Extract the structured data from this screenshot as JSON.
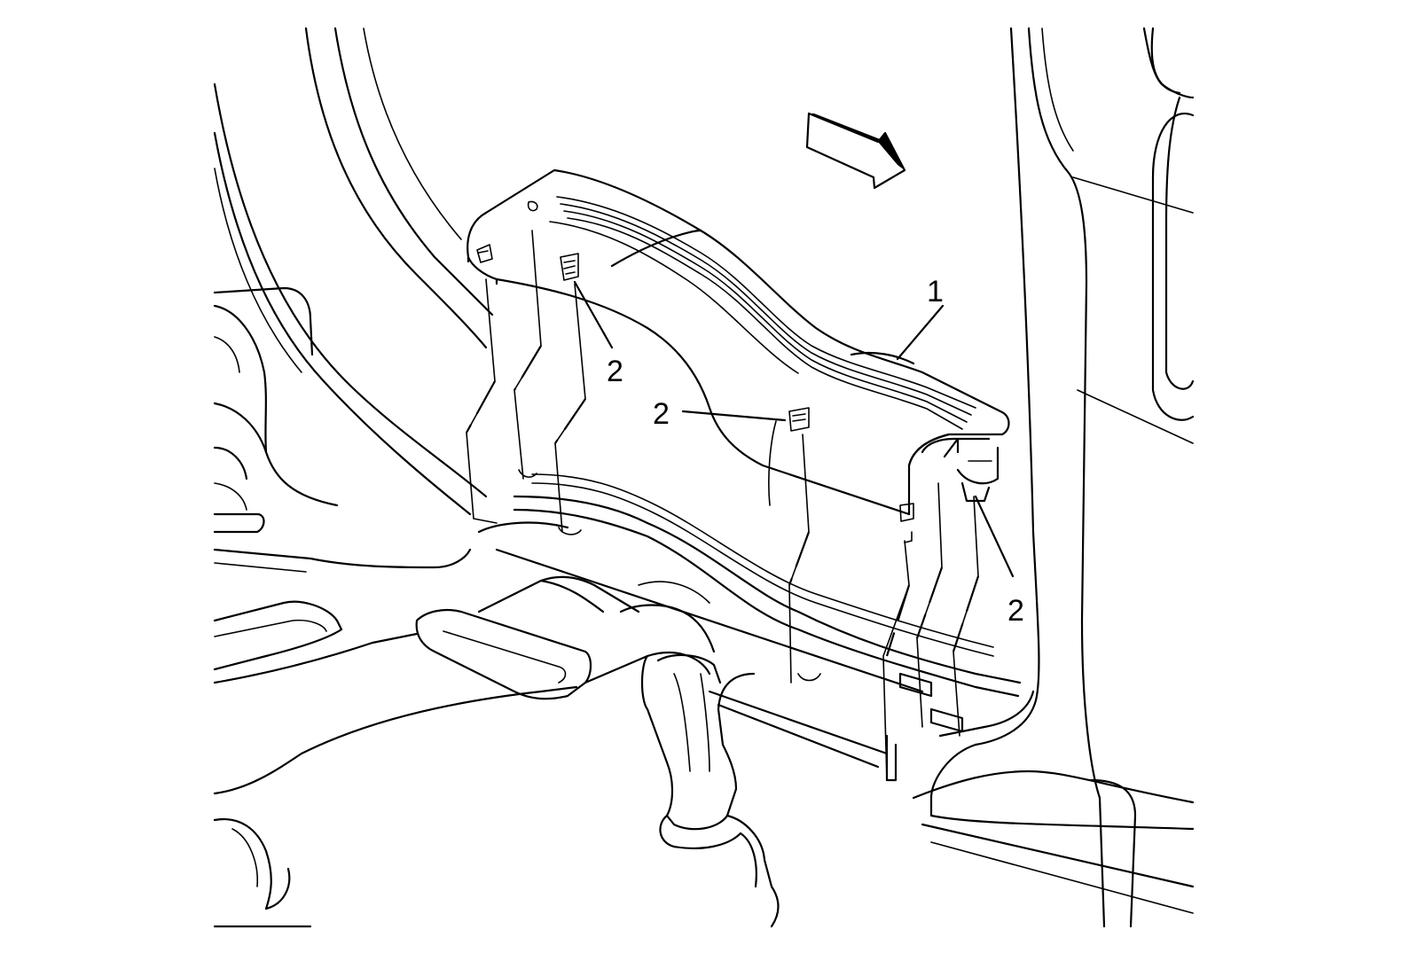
{
  "diagram": {
    "callouts": [
      {
        "id": "c1",
        "label": "1"
      },
      {
        "id": "c2a",
        "label": "2"
      },
      {
        "id": "c2b",
        "label": "2"
      },
      {
        "id": "c2c",
        "label": "2"
      }
    ],
    "icons": {
      "direction_arrow": "front-direction-arrow-icon",
      "retainer_clip": "retainer-clip-icon"
    },
    "colors": {
      "stroke": "#000000",
      "background": "#ffffff"
    }
  }
}
